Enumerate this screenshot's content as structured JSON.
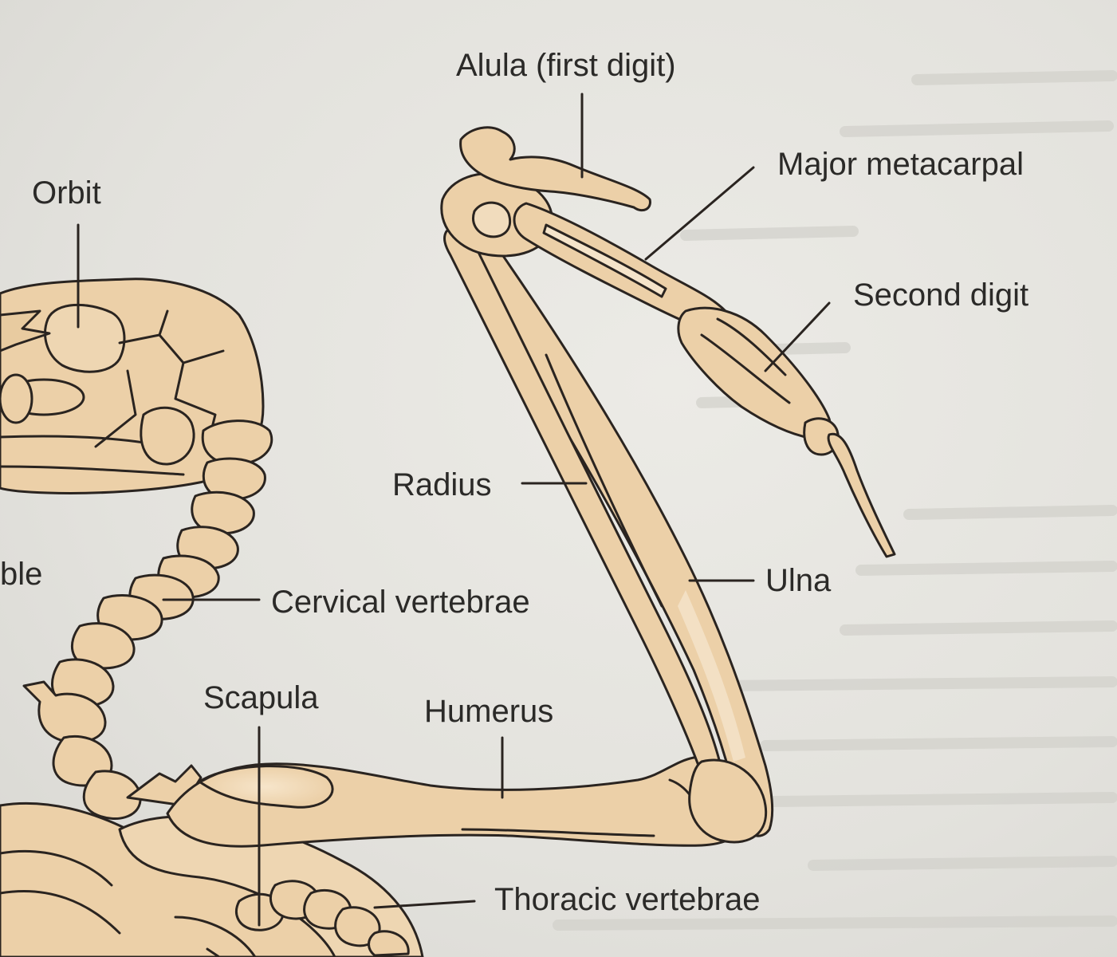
{
  "labels": {
    "alula": "Alula (first digit)",
    "orbit": "Orbit",
    "major_metacarpal": "Major metacarpal",
    "second_digit": "Second digit",
    "radius": "Radius",
    "ulna": "Ulna",
    "mandible_partial": "ble",
    "cervical_vertebrae": "Cervical vertebrae",
    "scapula": "Scapula",
    "humerus": "Humerus",
    "thoracic_vertebrae": "Thoracic vertebrae"
  },
  "colors": {
    "bone": "#ecd0a8",
    "outline": "#2a2420",
    "label": "#2b2a28",
    "paper": "#e6e5e0",
    "faded_text": "#c9c8c2"
  }
}
